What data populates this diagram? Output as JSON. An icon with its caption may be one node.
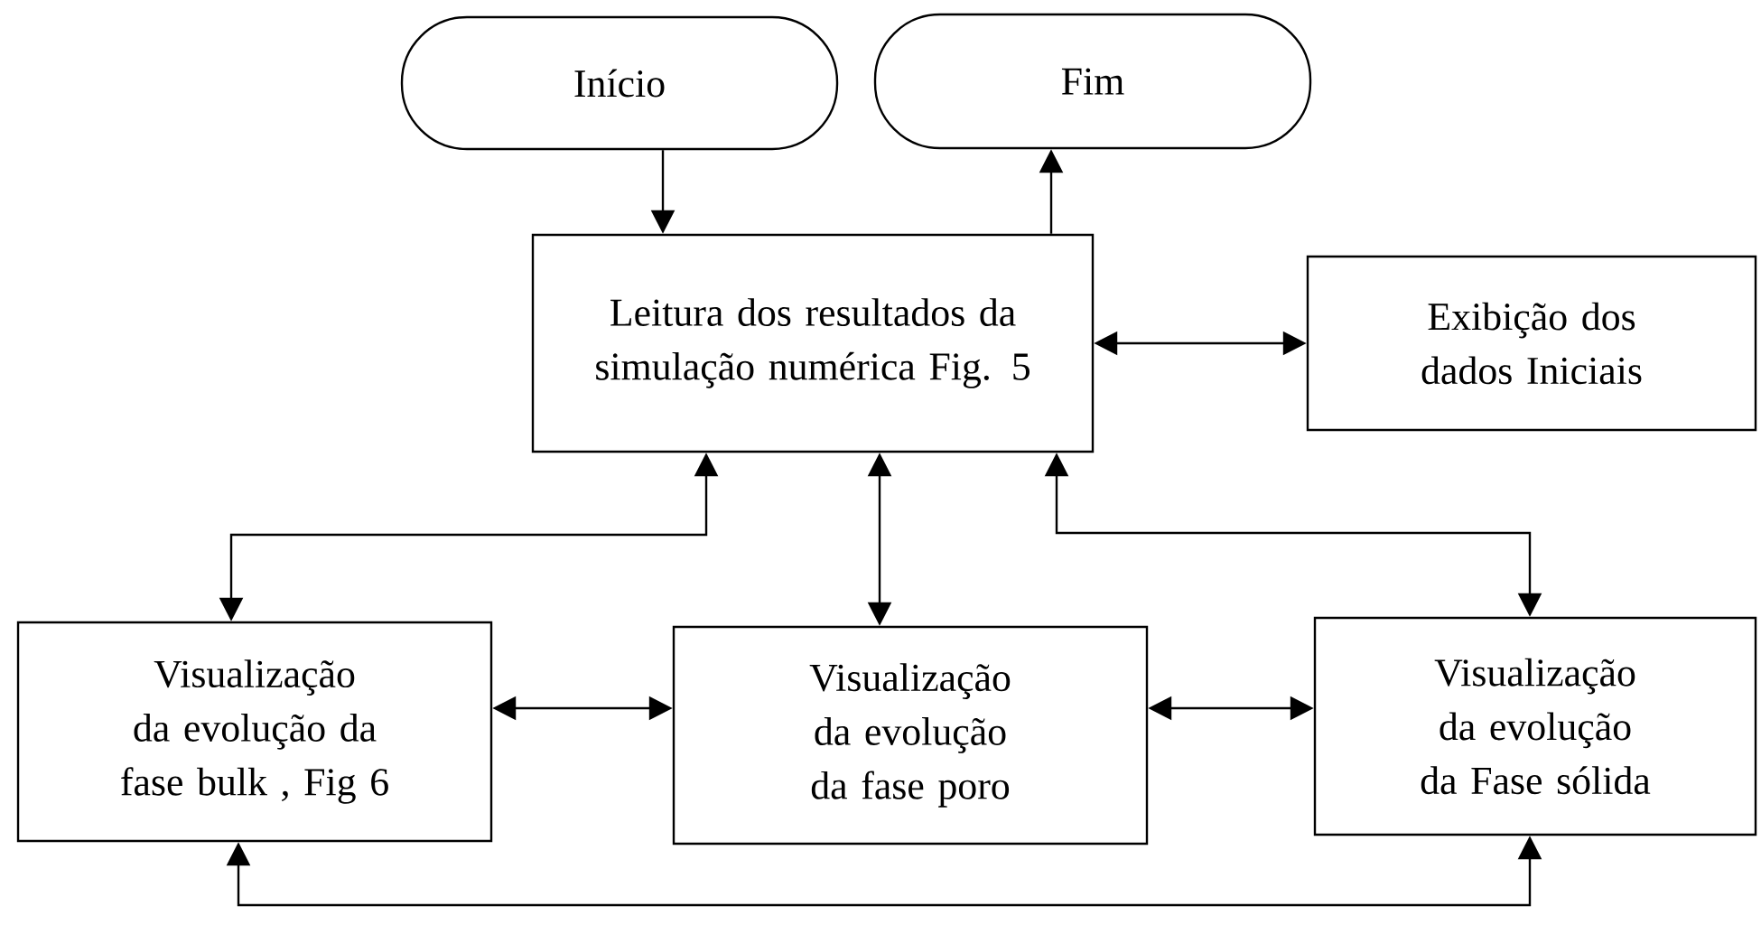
{
  "diagram": {
    "nodes": [
      {
        "text": [
          "Início"
        ]
      },
      {
        "text": [
          "Fim"
        ]
      },
      {
        "text": [
          "Leitura dos resultados da simulação numérica Fig. 5"
        ]
      },
      {
        "text": [
          "Exibição dos dados Iniciais"
        ]
      },
      {
        "text": [
          "Visualização da evolução da fase bulk , Fig 6"
        ]
      },
      {
        "text": [
          "Visualização da evolução da fase poro"
        ]
      },
      {
        "text": [
          "Visualização da evolução da Fase sólida"
        ]
      }
    ],
    "edges": [
      {
        "from": 0,
        "to": 2,
        "arrow": "to"
      },
      {
        "from": 2,
        "to": 1,
        "arrow": "to"
      },
      {
        "from": 2,
        "to": 3,
        "arrow": "both"
      },
      {
        "from": 2,
        "to": 4,
        "arrow": "both"
      },
      {
        "from": 2,
        "to": 5,
        "arrow": "both"
      },
      {
        "from": 2,
        "to": 6,
        "arrow": "both"
      },
      {
        "from": 4,
        "to": 5,
        "arrow": "both"
      },
      {
        "from": 5,
        "to": 6,
        "arrow": "both"
      },
      {
        "from": 4,
        "to": 6,
        "arrow": "both"
      }
    ]
  }
}
